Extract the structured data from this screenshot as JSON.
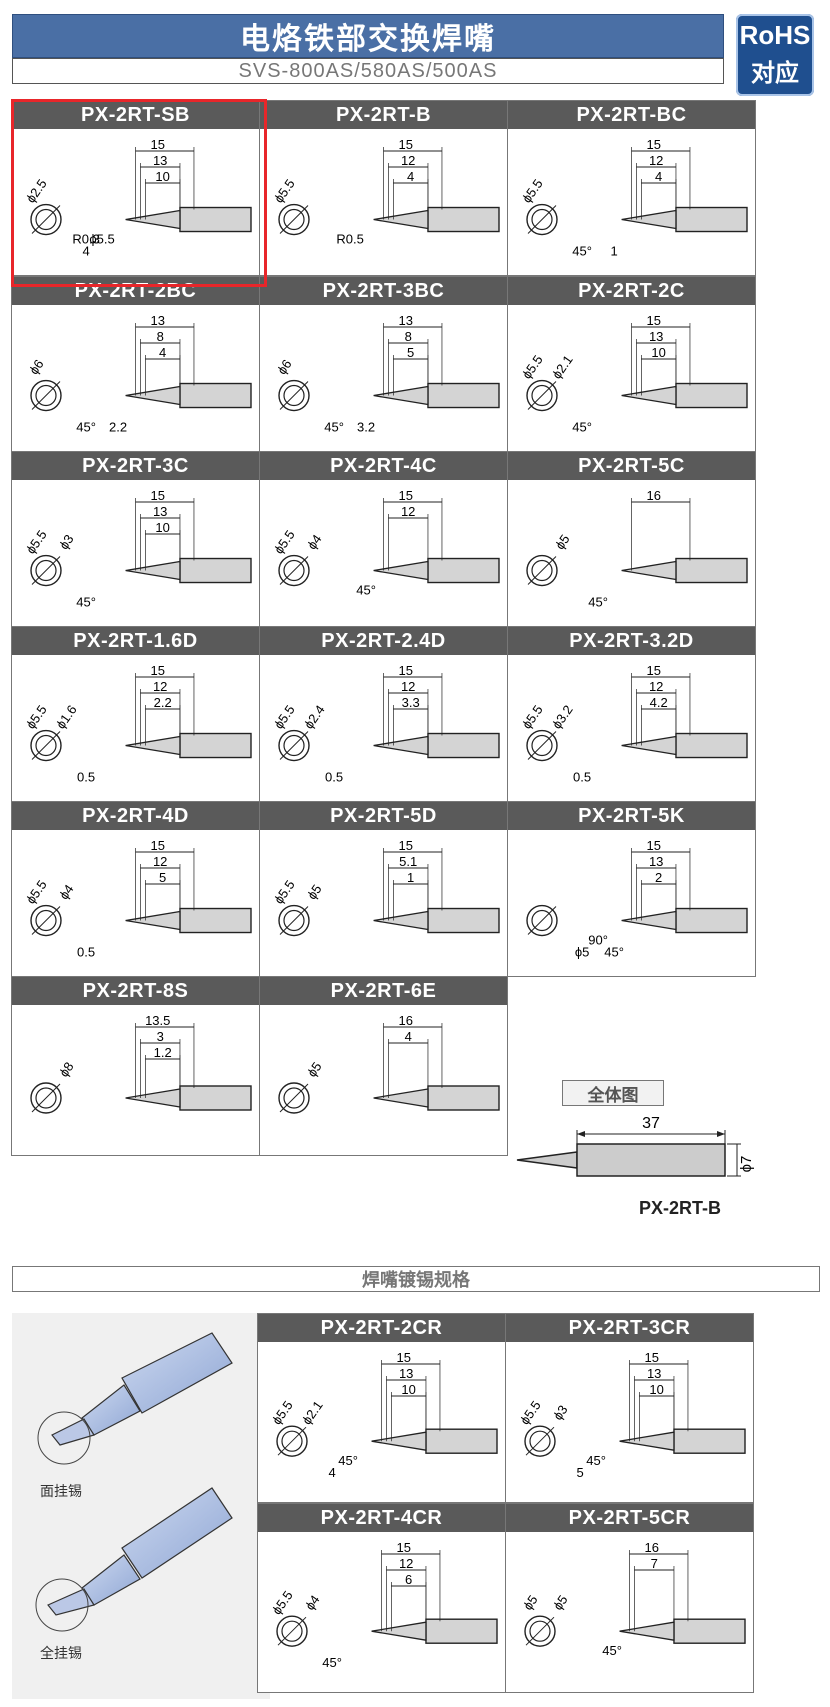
{
  "header": {
    "title": "电烙铁部交换焊嘴",
    "subtitle": "SVS-800AS/580AS/500AS",
    "badge_line1": "RoHS",
    "badge_line2": "对应"
  },
  "tips": [
    {
      "model": "PX-2RT-SB",
      "labels": [
        "15",
        "13",
        "10",
        "4",
        "ϕ5.5",
        "ϕ2.5",
        "R0.3"
      ]
    },
    {
      "model": "PX-2RT-B",
      "labels": [
        "15",
        "12",
        "4",
        "ϕ5.5",
        "R0.5"
      ]
    },
    {
      "model": "PX-2RT-BC",
      "labels": [
        "15",
        "12",
        "4",
        "45°",
        "ϕ5.5",
        "1"
      ]
    },
    {
      "model": "PX-2RT-2BC",
      "labels": [
        "13",
        "8",
        "4",
        "45°",
        "ϕ6",
        "2.2"
      ]
    },
    {
      "model": "PX-2RT-3BC",
      "labels": [
        "13",
        "8",
        "5",
        "45°",
        "ϕ6",
        "3.2"
      ]
    },
    {
      "model": "PX-2RT-2C",
      "labels": [
        "15",
        "13",
        "10",
        "45°",
        "ϕ5.5",
        "ϕ2.1"
      ]
    },
    {
      "model": "PX-2RT-3C",
      "labels": [
        "15",
        "13",
        "10",
        "45°",
        "ϕ5.5",
        "ϕ3"
      ]
    },
    {
      "model": "PX-2RT-4C",
      "labels": [
        "15",
        "12",
        "45°",
        "ϕ5.5",
        "ϕ4"
      ]
    },
    {
      "model": "PX-2RT-5C",
      "labels": [
        "16",
        "45°",
        "ϕ5"
      ]
    },
    {
      "model": "PX-2RT-1.6D",
      "labels": [
        "15",
        "12",
        "2.2",
        "0.5",
        "ϕ5.5",
        "ϕ1.6"
      ]
    },
    {
      "model": "PX-2RT-2.4D",
      "labels": [
        "15",
        "12",
        "3.3",
        "0.5",
        "ϕ5.5",
        "ϕ2.4"
      ]
    },
    {
      "model": "PX-2RT-3.2D",
      "labels": [
        "15",
        "12",
        "4.2",
        "0.5",
        "ϕ5.5",
        "ϕ3.2"
      ]
    },
    {
      "model": "PX-2RT-4D",
      "labels": [
        "15",
        "12",
        "5",
        "0.5",
        "ϕ5.5",
        "ϕ4"
      ]
    },
    {
      "model": "PX-2RT-5D",
      "labels": [
        "15",
        "5.1",
        "1",
        "ϕ5.5",
        "ϕ5"
      ]
    },
    {
      "model": "PX-2RT-5K",
      "labels": [
        "15",
        "13",
        "2",
        "ϕ5",
        "90°",
        "45°"
      ]
    },
    {
      "model": "PX-2RT-8S",
      "labels": [
        "13.5",
        "3",
        "1.2",
        "ϕ8"
      ]
    },
    {
      "model": "PX-2RT-6E",
      "labels": [
        "16",
        "4",
        "ϕ5"
      ]
    }
  ],
  "overview": {
    "label": "全体图",
    "model": "PX-2RT-B",
    "labels": [
      "37",
      "ϕ7"
    ]
  },
  "tinning": {
    "section_title": "焊嘴镀锡规格",
    "face_caption": "面挂锡",
    "full_caption": "全挂锡",
    "tips": [
      {
        "model": "PX-2RT-2CR",
        "labels": [
          "15",
          "13",
          "10",
          "4",
          "45°",
          "ϕ5.5",
          "ϕ2.1"
        ]
      },
      {
        "model": "PX-2RT-3CR",
        "labels": [
          "15",
          "13",
          "10",
          "5",
          "45°",
          "ϕ5.5",
          "ϕ3"
        ]
      },
      {
        "model": "PX-2RT-4CR",
        "labels": [
          "15",
          "12",
          "6",
          "45°",
          "ϕ5.5",
          "ϕ4"
        ]
      },
      {
        "model": "PX-2RT-5CR",
        "labels": [
          "16",
          "7",
          "45°",
          "ϕ5",
          "ϕ5"
        ]
      }
    ]
  }
}
